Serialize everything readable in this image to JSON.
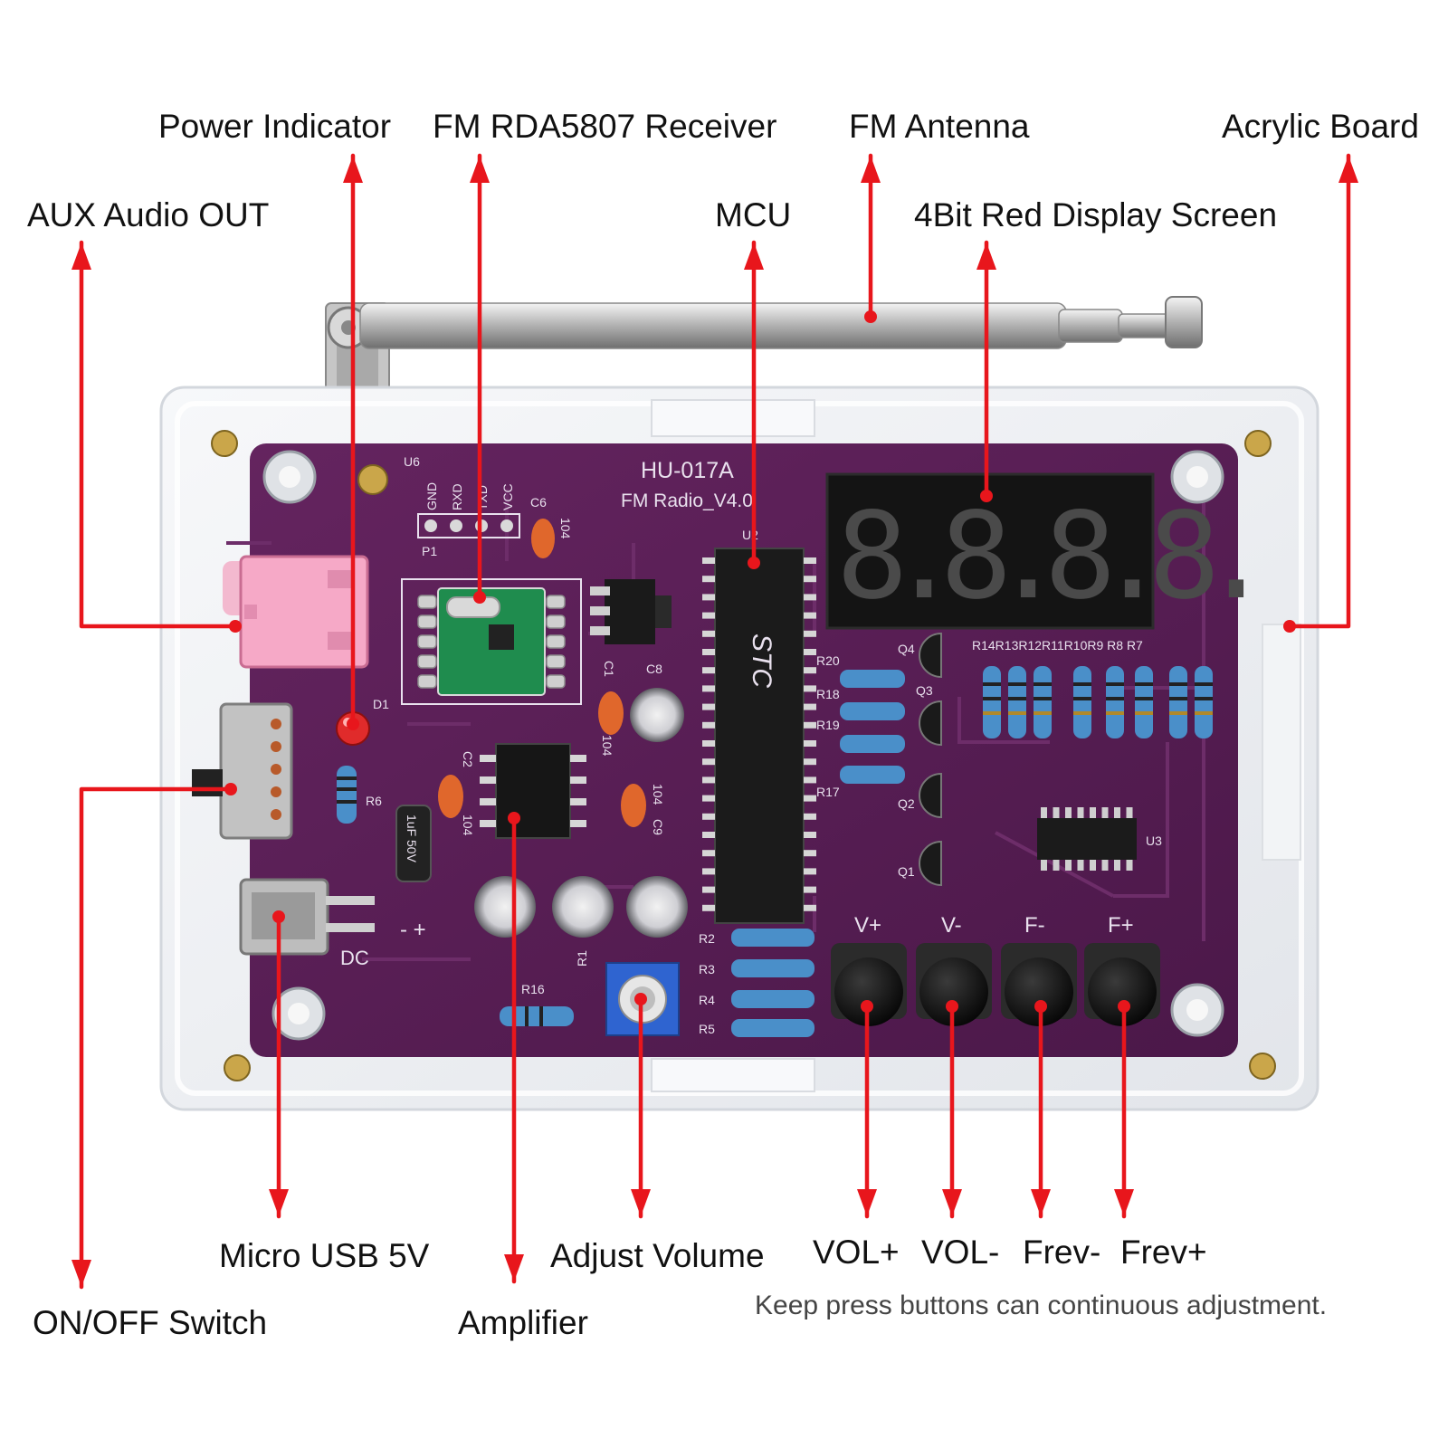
{
  "colors": {
    "arrow": "#e8161c",
    "pcb": "#5a1f58",
    "acrylic": "#eef0f3",
    "display": "#141414",
    "segment": "#4a4a4a"
  },
  "labels": {
    "power_indicator": "Power Indicator",
    "fm_receiver": "FM RDA5807 Receiver",
    "fm_antenna": "FM Antenna",
    "acrylic_board": "Acrylic Board",
    "aux_audio_out": "AUX Audio OUT",
    "mcu": "MCU",
    "display_screen": "4Bit Red Display Screen",
    "micro_usb": "Micro USB 5V",
    "adjust_volume": "Adjust Volume",
    "vol_plus": "VOL+",
    "vol_minus": "VOL-",
    "frev_minus": "Frev-",
    "frev_plus": "Frev+",
    "on_off_switch": "ON/OFF Switch",
    "amplifier": "Amplifier",
    "note": "Keep press buttons can continuous adjustment."
  },
  "board": {
    "model": "HU-017A",
    "version": "FM Radio_V4.0",
    "display_digits": "8.8.8.8.",
    "button_labels": [
      "V+",
      "V-",
      "F-",
      "F+"
    ],
    "u6": "U6",
    "p1": "P1",
    "pins": [
      "GND",
      "RXD",
      "TXD",
      "VCC"
    ],
    "c6": "C6",
    "c6_val": "104",
    "u2": "U2",
    "mcu_text": "STC",
    "c8": "C8",
    "c1": "C1",
    "c1_val": "104",
    "c2": "C2",
    "c2_val": "104",
    "c9": "C9",
    "c9_val": "104",
    "d1": "D1",
    "r6": "R6",
    "cap_text": "1uF 50V",
    "minus_plus": "- +",
    "dc": "DC",
    "r16": "R16",
    "r1": "R1",
    "r_left": [
      "R2",
      "R3",
      "R4",
      "R5"
    ],
    "r_top": "R14R13R12R11R10R9 R8 R7",
    "r_mid": [
      "R20",
      "R18",
      "R19",
      "R17"
    ],
    "q": [
      "Q4",
      "Q3",
      "Q2",
      "Q1"
    ],
    "u3": "U3"
  }
}
